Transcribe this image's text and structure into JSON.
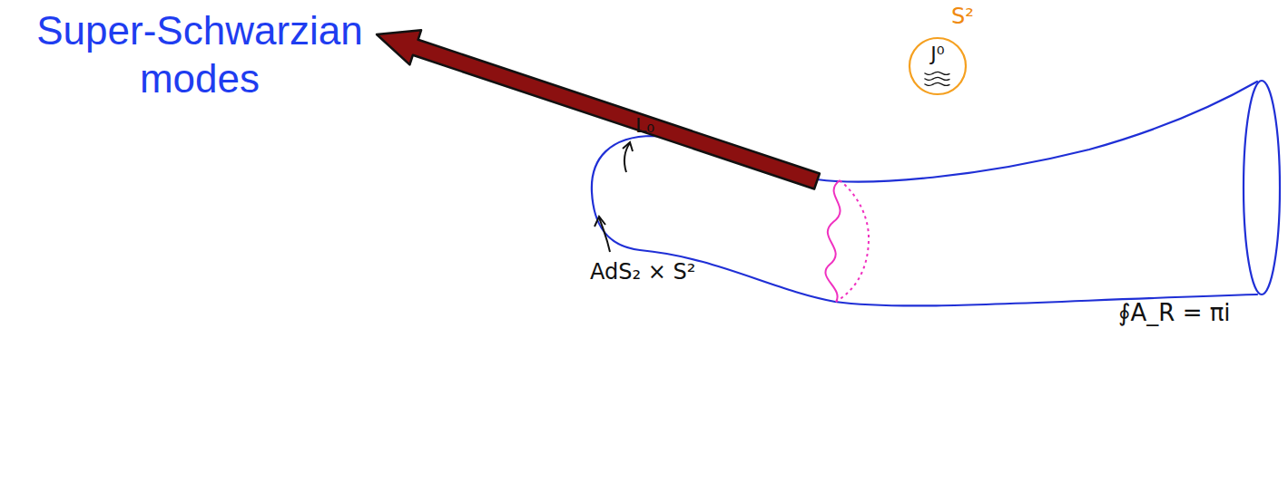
{
  "diagram": {
    "nodes": [
      {
        "text": [
          "J⁰"
        ]
      }
    ],
    "labels": [
      "Super-Schwarzian modes",
      "S²",
      "L₀",
      "AdS₂ × S²",
      "∮A_R = πi"
    ]
  }
}
